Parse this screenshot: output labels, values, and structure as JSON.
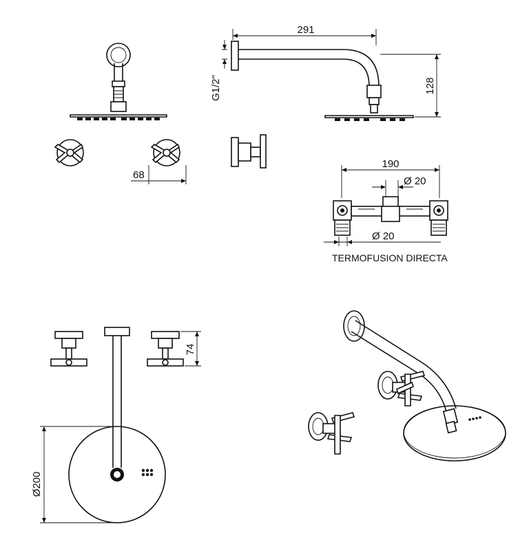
{
  "dimensions": {
    "arm_length": "291",
    "arm_height": "128",
    "thread": "G1/2\"",
    "handle_offset": "68",
    "valve_width": "190",
    "pipe_dia_top": "Ø 20",
    "pipe_dia_bottom": "Ø 20",
    "handle_height": "74",
    "head_diameter": "Ø200"
  },
  "captions": {
    "valve_label": "TERMOFUSION DIRECTA"
  }
}
